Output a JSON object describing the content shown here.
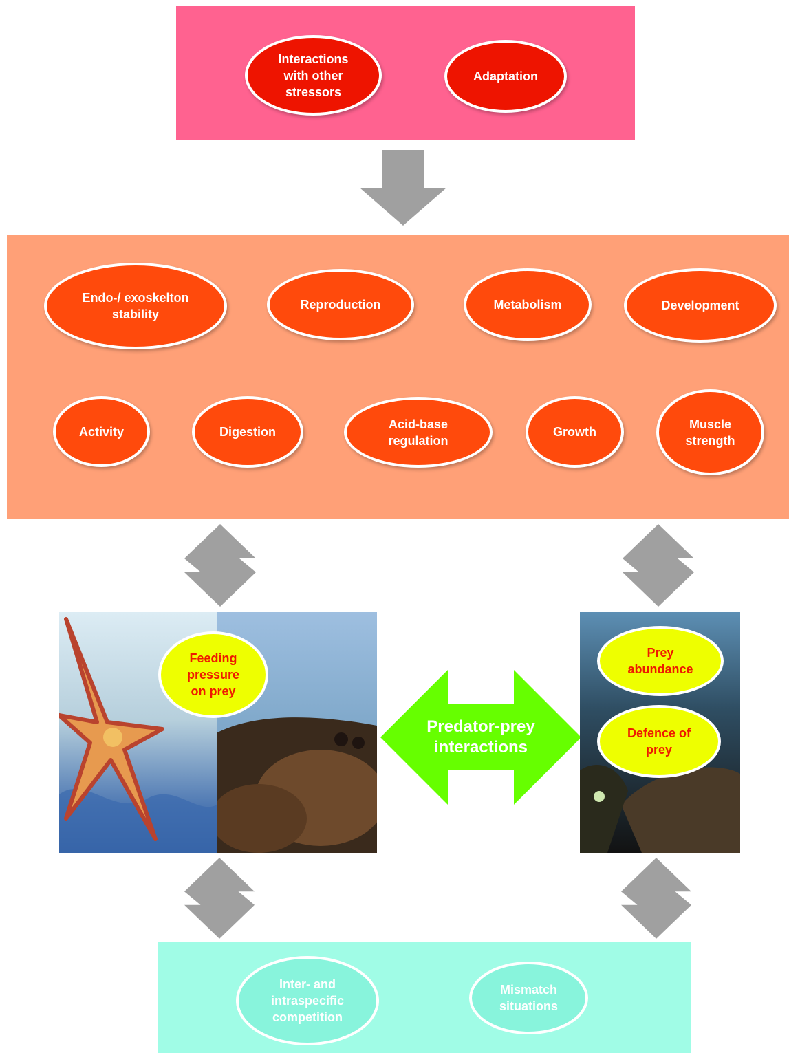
{
  "colors": {
    "top_box": "#ff6290",
    "middle_box": "#ffa077",
    "bottom_box": "#a0fce6",
    "arrow_gray": "#a0a0a0",
    "arrow_green": "#66ff00"
  },
  "top": {
    "interactions": "Interactions\nwith other\nstressors",
    "adaptation": "Adaptation"
  },
  "middle": {
    "endo_exoskeleton": "Endo-/ exoskelton\nstability",
    "reproduction": "Reproduction",
    "metabolism": "Metabolism",
    "development": "Development",
    "activity": "Activity",
    "digestion": "Digestion",
    "acid_base": "Acid-base\nregulation",
    "growth": "Growth",
    "muscle": "Muscle\nstrength"
  },
  "predators": {
    "feeding": "Feeding\npressure\non prey",
    "image_icon": "starfish-and-crab-photo"
  },
  "center": {
    "label": "Predator-prey\ninteractions"
  },
  "prey": {
    "abundance": "Prey\nabundance",
    "defence": "Defence of\nprey",
    "image_icon": "mussel-photo"
  },
  "bottom": {
    "competition": "Inter- and\nintraspecific\ncompetition",
    "mismatch": "Mismatch\nsituations"
  }
}
